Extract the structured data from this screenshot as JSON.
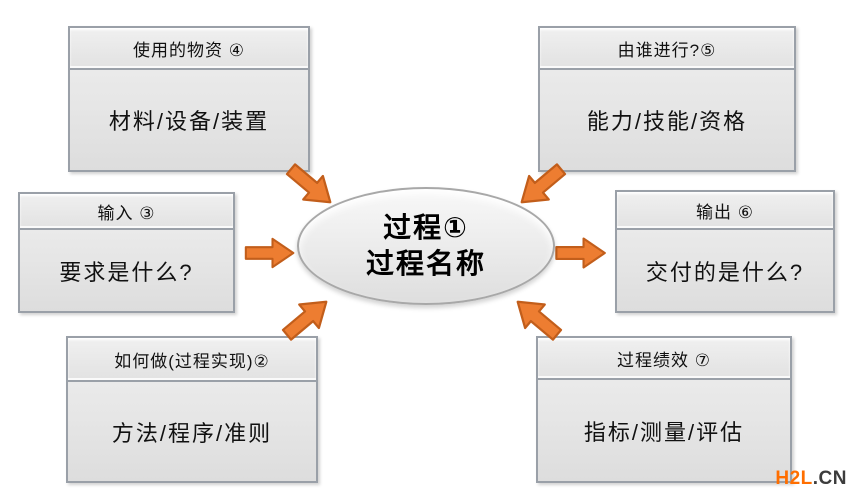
{
  "diagram": {
    "title_concept": "process-turtle-diagram",
    "center": {
      "line1": "过程①",
      "line2": "过程名称"
    },
    "boxes": [
      {
        "header": "使用的物资 ④",
        "body": "材料/设备/装置"
      },
      {
        "header": "由谁进行?⑤",
        "body": "能力/技能/资格"
      },
      {
        "header": "输入 ③",
        "body": "要求是什么?"
      },
      {
        "header": "输出 ⑥",
        "body": "交付的是什么?"
      },
      {
        "header": "如何做(过程实现)②",
        "body": "方法/程序/准则"
      },
      {
        "header": "过程绩效 ⑦",
        "body": "指标/测量/评估"
      }
    ]
  },
  "icons": {
    "arrows": [
      "arrow-right-icon",
      "arrow-right-icon",
      "arrow-down-right-icon",
      "arrow-down-left-icon",
      "arrow-up-right-icon",
      "arrow-up-left-icon"
    ]
  },
  "colors": {
    "arrow_fill": "#ed7d31",
    "arrow_outline": "#c25e1b",
    "box_fill": "#e8e8e8",
    "box_border": "#9aa0a8",
    "ellipse_fill": "#ececec",
    "text": "#111111",
    "background": "#ffffff",
    "watermark_primary": "#ff6e00",
    "watermark_secondary": "#3c3c3c"
  },
  "watermark": {
    "primary": "H2L",
    "secondary": ".CN"
  }
}
